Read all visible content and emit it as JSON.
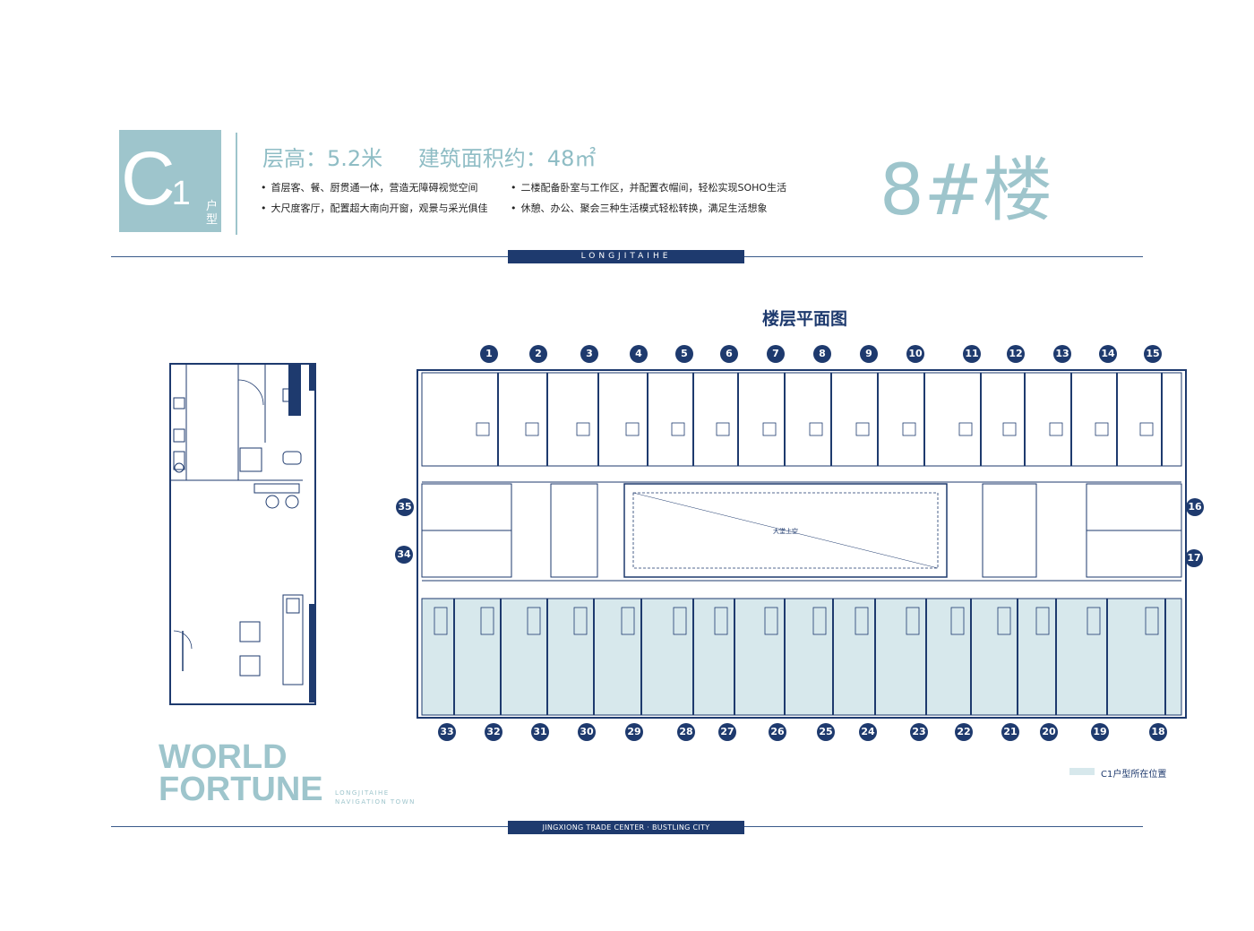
{
  "header": {
    "unit_code": "C",
    "unit_number": "1",
    "unit_suffix": "户型",
    "floor_height": "层高：5.2米",
    "area": "建筑面积约：48㎡",
    "features_left": [
      "首层客、餐、厨贯通一体，营造无障碍视觉空间",
      "大尺度客厅，配置超大南向开窗，观景与采光俱佳"
    ],
    "features_right": [
      "二楼配备卧室与工作区，并配置衣帽间，轻松实现SOHO生活",
      "休憩、办公、聚会三种生活模式轻松转换，满足生活想象"
    ],
    "building": "8#楼"
  },
  "top_band": "LONGJITAIHE",
  "plan": {
    "title": "楼层平面图",
    "atrium_label": "大堂上空",
    "top_units": [
      "1",
      "2",
      "3",
      "4",
      "5",
      "6",
      "7",
      "8",
      "9",
      "10",
      "11",
      "12",
      "13",
      "14",
      "15"
    ],
    "bottom_units": [
      "33",
      "32",
      "31",
      "30",
      "29",
      "28",
      "27",
      "26",
      "25",
      "24",
      "23",
      "22",
      "21",
      "20",
      "19",
      "18"
    ],
    "left_units": [
      "35",
      "34"
    ],
    "right_units": [
      "16",
      "17"
    ]
  },
  "brand": {
    "line1": "WORLD",
    "line2": "FORTUNE",
    "sub1": "LONGJITAIHE",
    "sub2": "NAVIGATION TOWN"
  },
  "legend": "C1户型所在位置",
  "bottom_band": "JINGXIONG TRADE CENTER · BUSTLING CITY",
  "colors": {
    "accent": "#9ec5cc",
    "navy": "#1e3a6e",
    "highlight": "#d7e8ec"
  }
}
